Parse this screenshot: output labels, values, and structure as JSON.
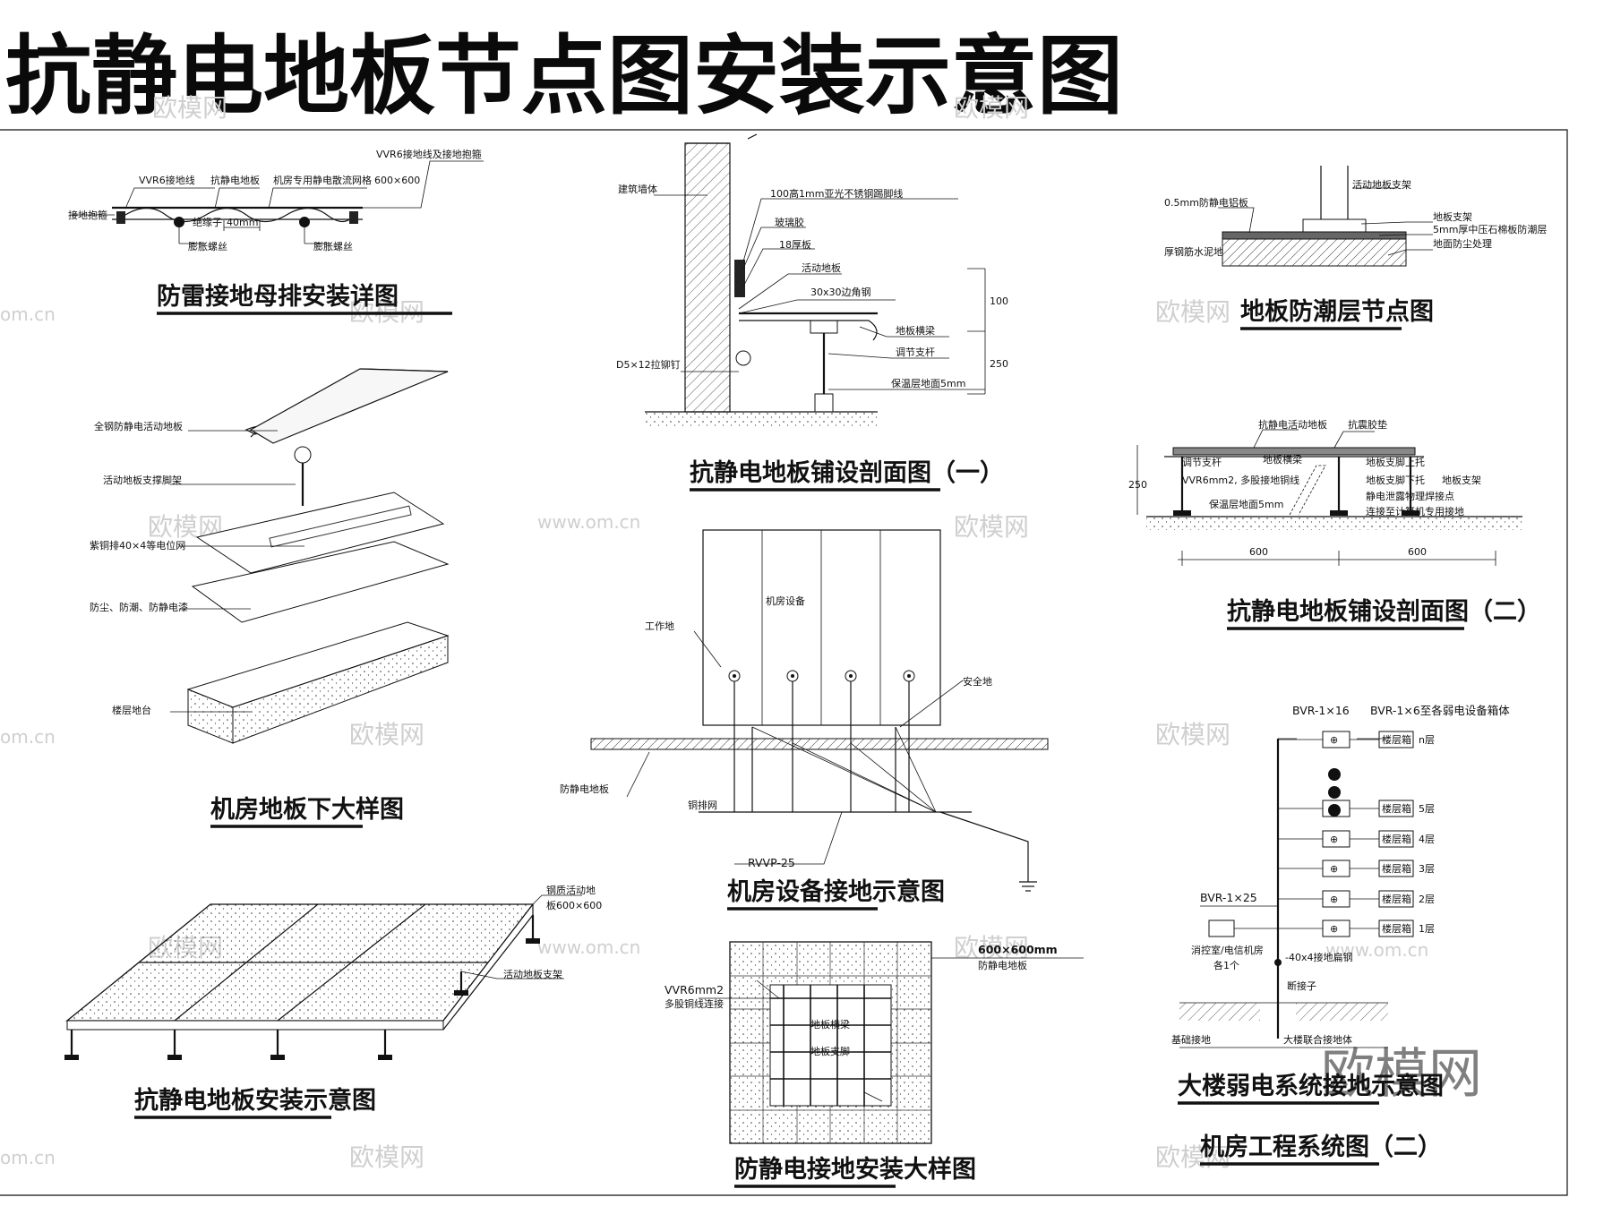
{
  "header": {
    "title": "抗静电地板节点图安装示意图"
  },
  "watermark": {
    "brand": "欧模网",
    "url": "www.om.cn",
    "url_short": "om.cn"
  },
  "panels": {
    "busbar": {
      "title": "防雷接地母排安装详图",
      "labels": [
        "VVR6接地线及接地抱箍",
        "VVR6接地线",
        "抗静电地板",
        "机房专用静电散流网格",
        "600×600",
        "接地抱箍",
        "绝缘子",
        "40mm",
        "膨胀螺丝",
        "膨胀螺丝"
      ]
    },
    "section1": {
      "title": "抗静电地板铺设剖面图（一）",
      "labels": [
        "建筑墙体",
        "100高1mm亚光不锈钢踢脚线",
        "玻璃胶",
        "18厚板",
        "活动地板",
        "30x30边角钢",
        "地板横梁",
        "调节支杆",
        "保温层地面5mm",
        "D5×12拉铆钉",
        "100",
        "250"
      ]
    },
    "moisture": {
      "title": "地板防潮层节点图",
      "labels": [
        "活动地板支架",
        "0.5mm防静电铝板",
        "地板支架",
        "5mm厚中压石棉板防潮层",
        "地面防尘处理",
        "厚钢筋水泥地"
      ]
    },
    "section2": {
      "title": "抗静电地板铺设剖面图（二）",
      "labels": [
        "抗静电活动地板",
        "抗震胶垫",
        "调节支杆",
        "地板横梁",
        "VVR6mm2, 多股接地铜线",
        "地板支脚上托",
        "地板支脚下托",
        "地板支架",
        "静电泄露物理焊接点",
        "连接至计算机专用接地",
        "保温层地面5mm",
        "600",
        "600",
        "250"
      ]
    },
    "explode": {
      "title": "机房地板下大样图",
      "labels": [
        "全钢防静电活动地板",
        "活动地板支撑脚架",
        "紫铜排40×4等电位网",
        "防尘、防潮、防静电漆",
        "楼层地台"
      ]
    },
    "equipment": {
      "title": "机房设备接地示意图",
      "labels": [
        "机房设备",
        "工作地",
        "安全地",
        "防静电地板",
        "铜排网",
        "RVVP-25"
      ]
    },
    "system": {
      "title": "大楼弱电系统接地示意图",
      "subtitle": "机房工程系统图（二）",
      "top_labels": [
        "BVR-1×16",
        "BVR-1×6至各弱电设备箱体"
      ],
      "box_label": "楼层箱",
      "floors": [
        "n层",
        "5层",
        "4层",
        "3层",
        "2层",
        "1层"
      ],
      "labels": [
        "BVR-1×25",
        "消控室/电信机房",
        "各1个",
        "-40x4接地扁钢",
        "断接子",
        "基础接地",
        "大楼联合接地体"
      ]
    },
    "install": {
      "title": "抗静电地板安装示意图",
      "labels": [
        "钢质活动地",
        "板600×600",
        "活动地板支架"
      ]
    },
    "grounding": {
      "title": "防静电接地安装大样图",
      "labels": [
        "600×600mm",
        "防静电地板",
        "VVR6mm2",
        "多股铜线连接",
        "地板横梁",
        "地板支脚"
      ]
    }
  }
}
